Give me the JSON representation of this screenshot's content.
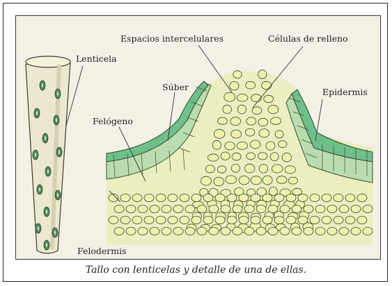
{
  "labels": {
    "lenticela": "Lenticela",
    "espacios": "Espacios intercelulares",
    "celulas": "Células de relleno",
    "suber": "Súber",
    "epidermis": "Epidermis",
    "felogeno": "Felógeno",
    "felodermis": "Felodermis"
  },
  "caption": "Tallo con lenticelas y detalle de una de ellas.",
  "colors": {
    "epidermis": "#6fbf8a",
    "suber": "#b9ddb0",
    "filling_cells": "#eef0b0",
    "stem": "#ece8cf",
    "outline": "#3a4a2a"
  }
}
